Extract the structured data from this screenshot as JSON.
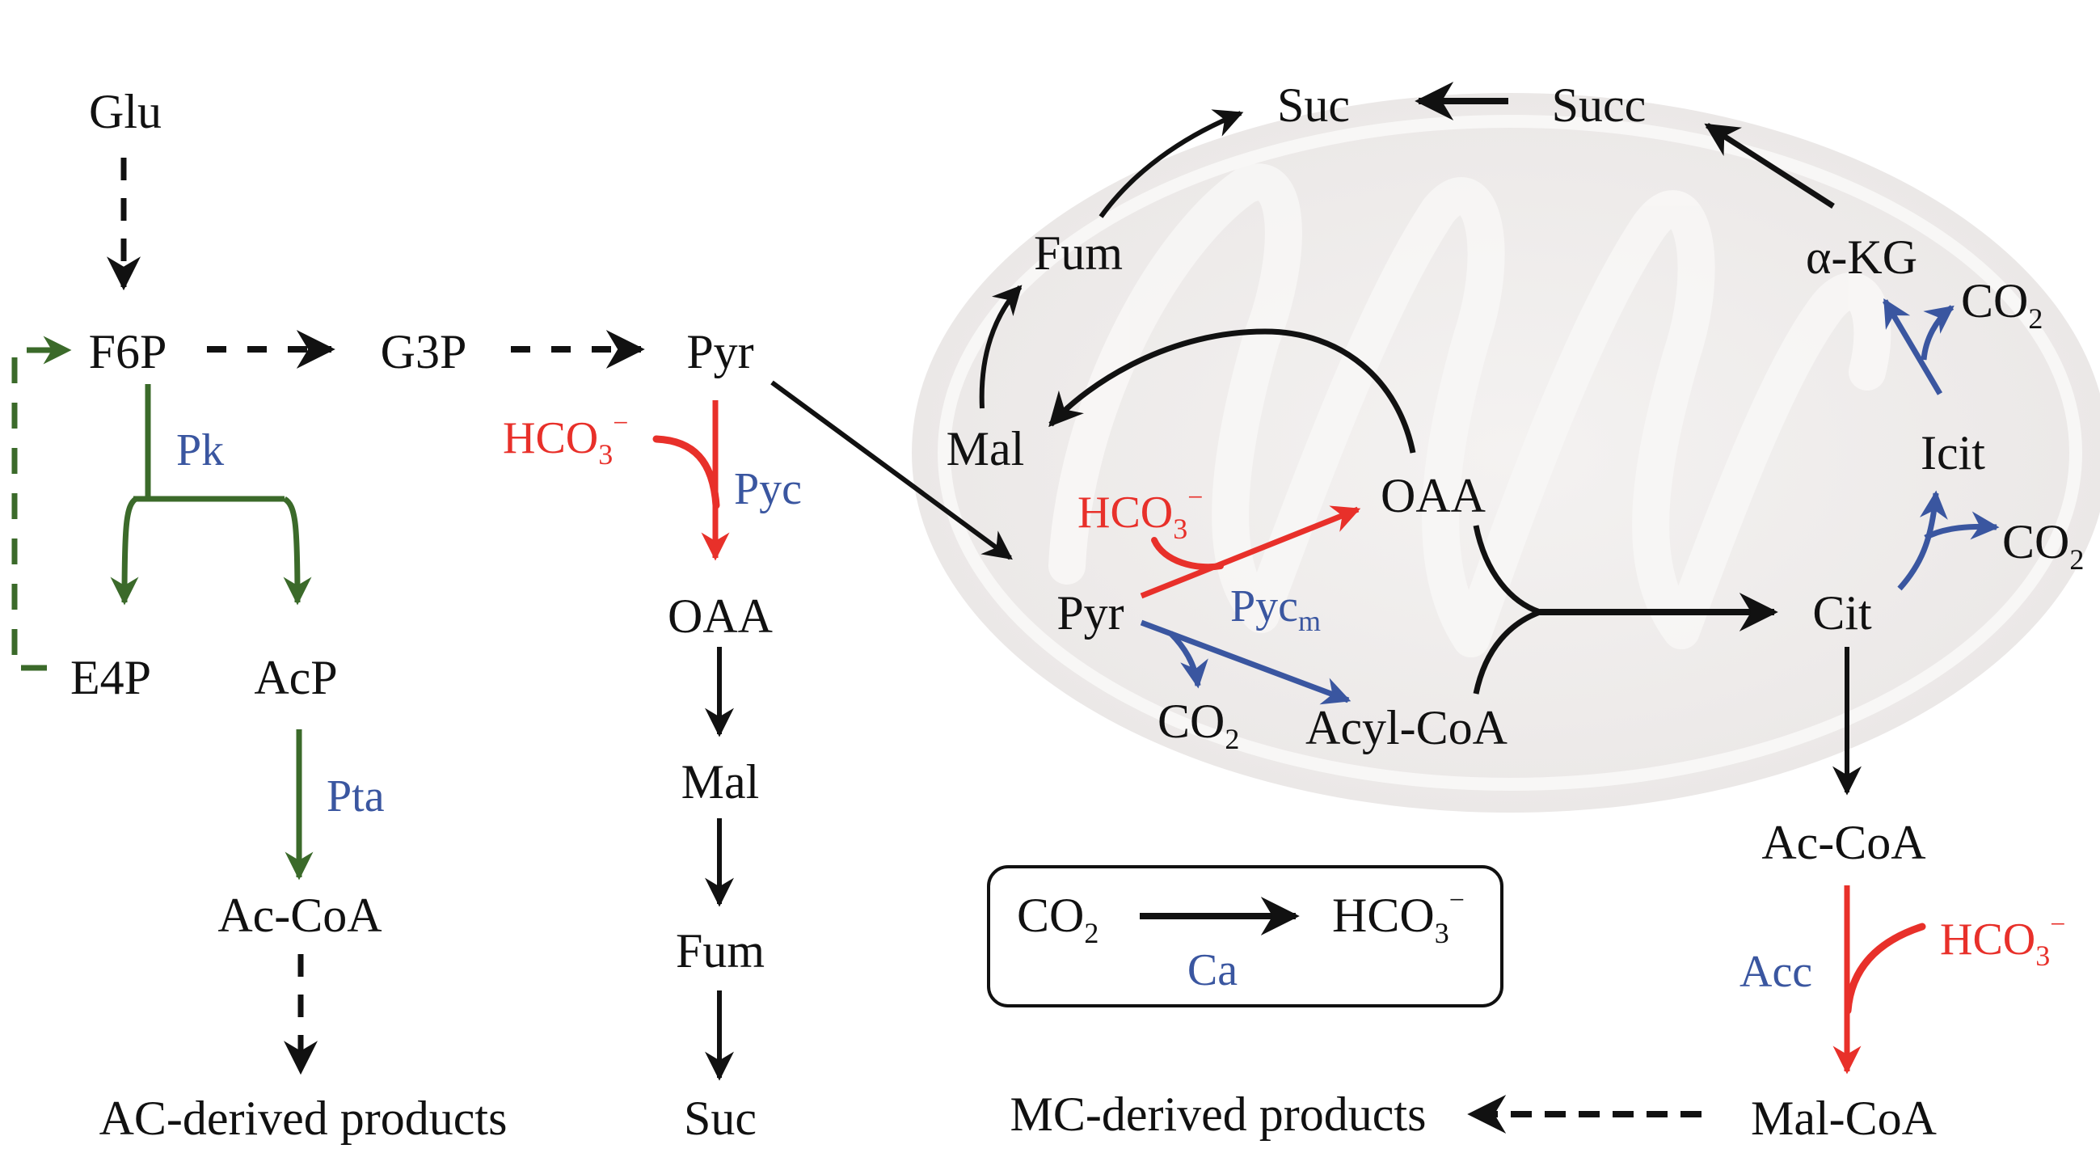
{
  "colors": {
    "black": "#111111",
    "enzyme_blue": "#3a56a0",
    "carboxylation_red": "#e8302a",
    "pk_pathway_green": "#3b6a2a",
    "mitochondrion_fill": "#ece9e8",
    "mitochondrion_inner": "#f6f5f4"
  },
  "cytosol": {
    "metabolites": {
      "glu": "Glu",
      "f6p": "F6P",
      "g3p": "G3P",
      "pyr": "Pyr",
      "e4p": "E4P",
      "acp": "AcP",
      "ac_coa": "Ac-CoA",
      "ac_products": "AC-derived products",
      "oaa": "OAA",
      "mal": "Mal",
      "fum": "Fum",
      "suc": "Suc",
      "hco3_base": "HCO",
      "hco3_sub": "3",
      "hco3_sup": "−"
    },
    "enzymes": {
      "pk": "Pk",
      "pta": "Pta",
      "pyc": "Pyc"
    }
  },
  "mitochondrion": {
    "metabolites": {
      "suc": "Suc",
      "succ": "Succ",
      "fum": "Fum",
      "akg": "α-KG",
      "mal": "Mal",
      "icit": "Icit",
      "oaa": "OAA",
      "pyr": "Pyr",
      "cit": "Cit",
      "acyl_coa": "Acyl-CoA",
      "co2_base": "CO",
      "co2_sub": "2",
      "hco3_base": "HCO",
      "hco3_sub": "3",
      "hco3_sup": "−"
    },
    "enzymes": {
      "pycm_base": "Pyc",
      "pycm_sub": "m"
    }
  },
  "malonyl_branch": {
    "ac_coa": "Ac-CoA",
    "mal_coa": "Mal-CoA",
    "mc_products": "MC-derived products",
    "acc": "Acc",
    "hco3_base": "HCO",
    "hco3_sub": "3",
    "hco3_sup": "−"
  },
  "legend_box": {
    "co2_base": "CO",
    "co2_sub": "2",
    "hco3_base": "HCO",
    "hco3_sub": "3",
    "hco3_sup": "−",
    "enzyme": "Ca"
  }
}
